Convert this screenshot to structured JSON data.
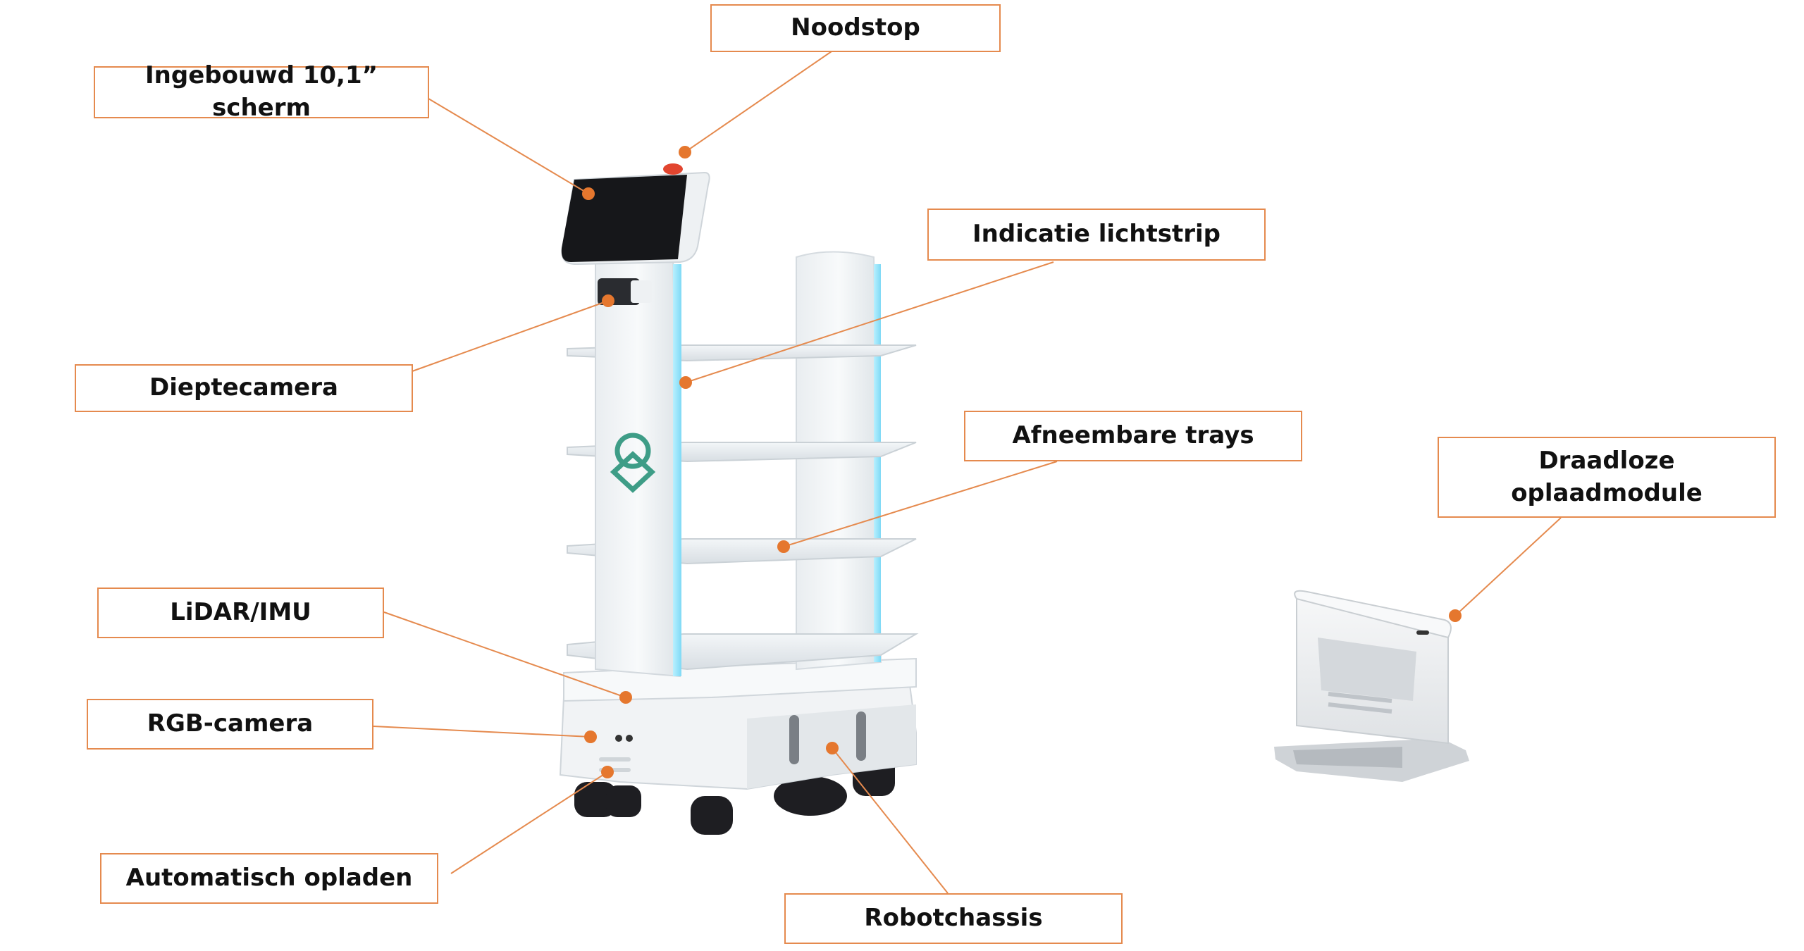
{
  "diagram": {
    "accent_color": "#e58a4e",
    "labels": {
      "noodstop": "Noodstop",
      "scherm": "Ingebouwd 10,1” scherm",
      "lichtstrip": "Indicatie lichtstrip",
      "dieptecamera": "Dieptecamera",
      "trays": "Afneembare trays",
      "oplaadmodule": "Draadloze\noplaadmodule",
      "lidar": "LiDAR/IMU",
      "rgb": "RGB-camera",
      "opladen": "Automatisch opladen",
      "chassis": "Robotchassis"
    },
    "icons": {
      "robot": "delivery-robot-icon",
      "dock": "charging-dock-icon",
      "logo": "brand-logo-icon"
    }
  }
}
